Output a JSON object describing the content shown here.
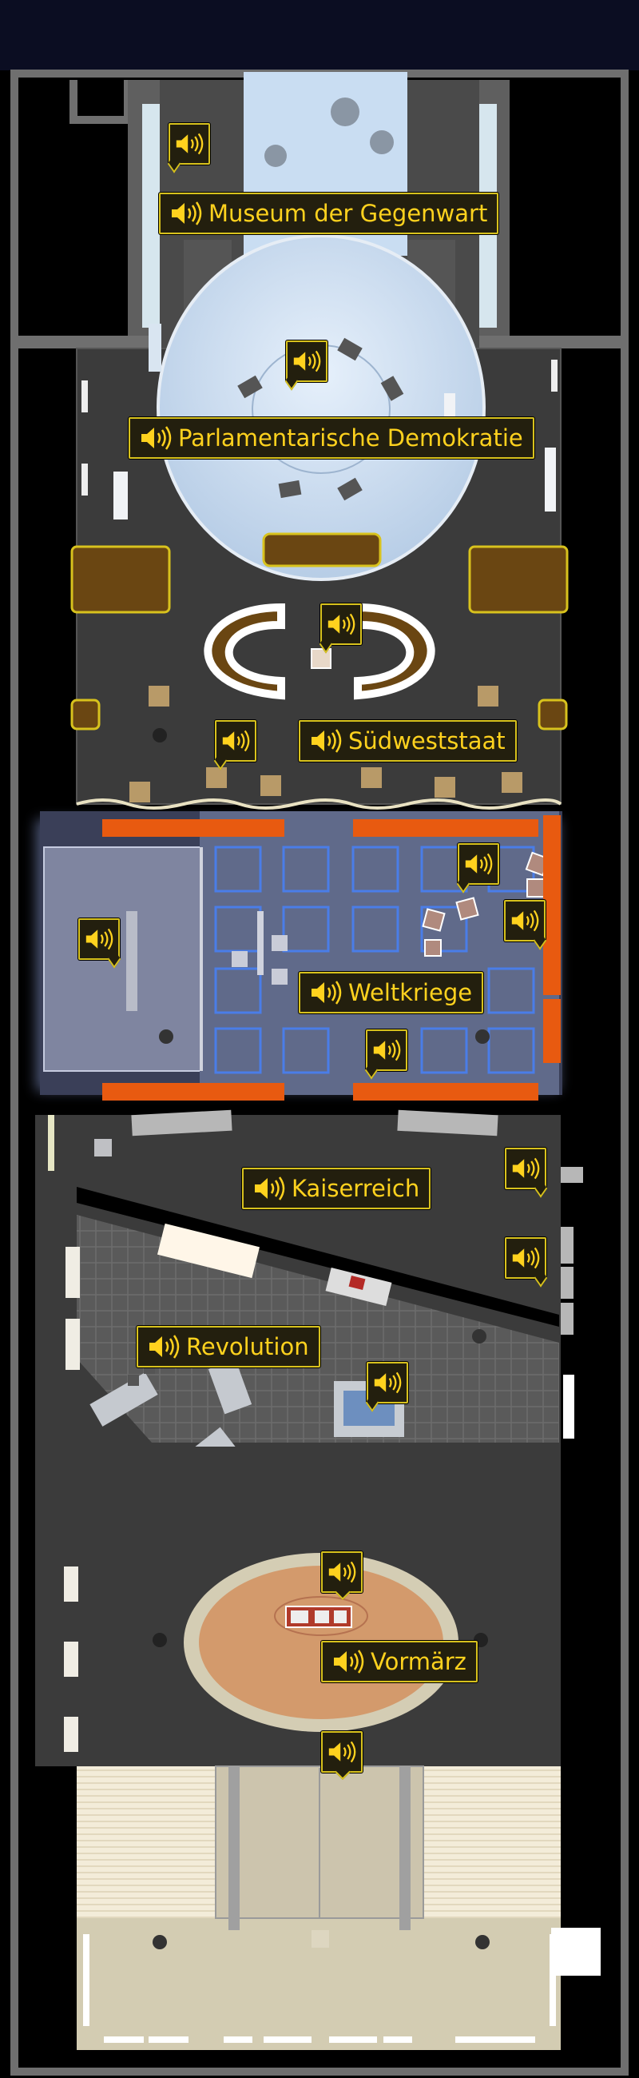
{
  "floor_plan": {
    "rooms": [
      {
        "id": "museum-der-gegenwart",
        "label": "Museum der Gegenwart"
      },
      {
        "id": "parlamentarische-demokratie",
        "label": "Parlamentarische Demokratie"
      },
      {
        "id": "suedweststaat",
        "label": "Südweststaat"
      },
      {
        "id": "weltkriege",
        "label": "Weltkriege"
      },
      {
        "id": "kaiserreich",
        "label": "Kaiserreich"
      },
      {
        "id": "revolution",
        "label": "Revolution"
      },
      {
        "id": "vormaerz",
        "label": "Vormärz"
      }
    ],
    "audio_icon": "speaker-sound-icon",
    "colors": {
      "background": "#0b0d22",
      "outer_wall": "#6f6f6f",
      "floor": "#3b3b3b",
      "label_fill": "#231f0e",
      "label_border": "#d8c21d",
      "label_text": "#ffd21e",
      "glass": "#c9ddf2",
      "accent_orange": "#e85a10",
      "accent_blue": "#4a7de8",
      "wood": "#6a4612",
      "arena": "#d39a6c",
      "entrance_floor": "#e8dfc9"
    }
  }
}
